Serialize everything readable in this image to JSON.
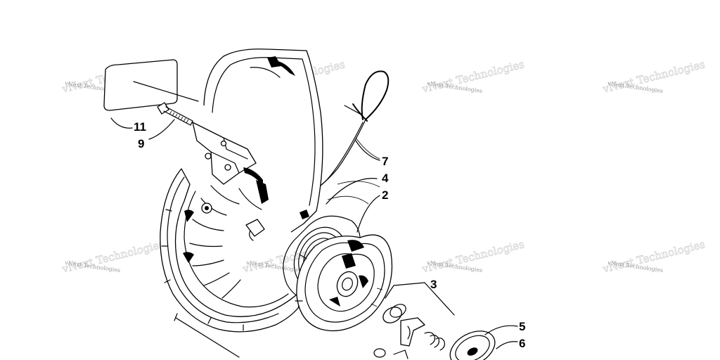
{
  "callouts": [
    {
      "id": "11",
      "label": "11"
    },
    {
      "id": "9",
      "label": "9"
    },
    {
      "id": "7",
      "label": "7"
    },
    {
      "id": "4",
      "label": "4"
    },
    {
      "id": "2",
      "label": "2"
    },
    {
      "id": "3",
      "label": "3"
    },
    {
      "id": "5",
      "label": "5"
    },
    {
      "id": "6",
      "label": "6"
    }
  ],
  "watermark": {
    "text": "vNext Technologies"
  }
}
